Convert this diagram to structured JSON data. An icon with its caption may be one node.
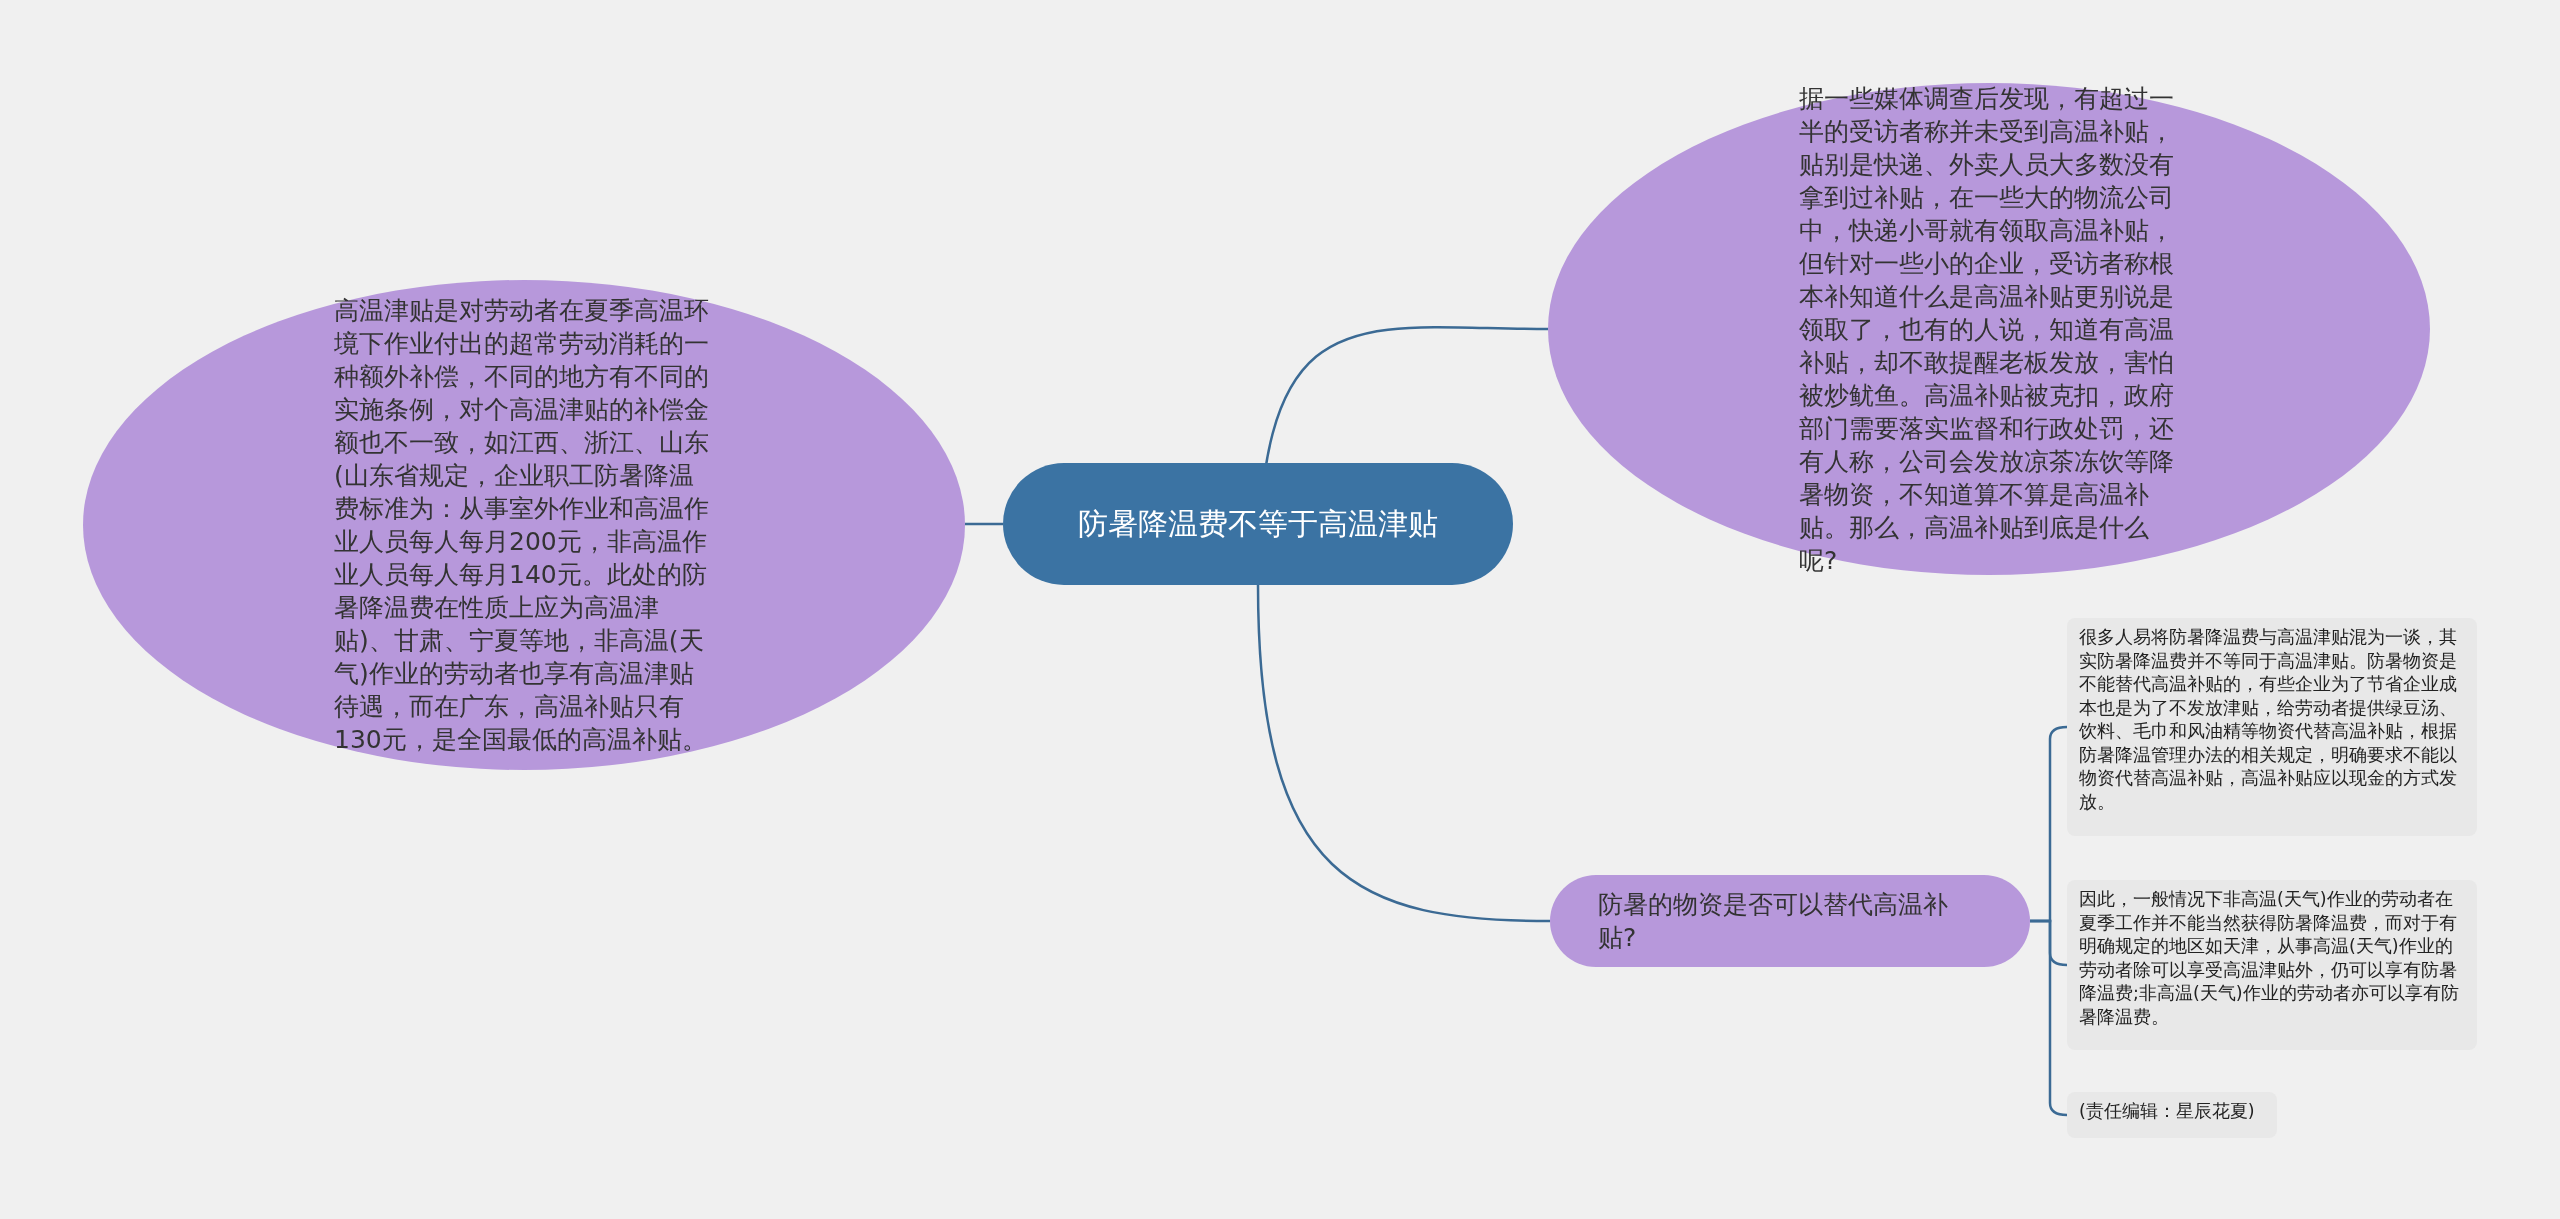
{
  "diagram": {
    "nodes": [
      {
        "text": [
          "防暑降温费不等于高温津贴"
        ]
      },
      {
        "text": [
          "高温津贴是对劳动者在夏季高温环境下作业付出的超常劳动消耗的一种额外补偿，不同的地方有不同的实施条例，对个高温津贴的补偿金额也不一致，如江西、浙江、山东(山东省规定，企业职工防暑降温费标准为：从事室外作业和高温作业人员每人每月200元，非高温作业人员每人每月140元。此处的防暑降温费在性质上应为高温津贴)、甘肃、宁夏等地，非高温(天气)作业的劳动者也享有高温津贴待遇，而在广东，高温补贴只有130元，是全国最低的高温补贴。"
        ]
      },
      {
        "text": [
          "据一些媒体调查后发现，有超过一半的受访者称并未受到高温补贴，贴别是快递、外卖人员大多数没有拿到过补贴，在一些大的物流公司中，快递小哥就有领取高温补贴，但针对一些小的企业，受访者称根本补知道什么是高温补贴更别说是领取了，也有的人说，知道有高温补贴，却不敢提醒老板发放，害怕被炒鱿鱼。高温补贴被克扣，政府部门需要落实监督和行政处罚，还有人称，公司会发放凉茶冻饮等降暑物资，不知道算不算是高温补贴。那么，高温补贴到底是什么呢?"
        ]
      },
      {
        "text": [
          "防暑的物资是否可以替代高温补贴?"
        ]
      },
      {
        "text": [
          "很多人易将防暑降温费与高温津贴混为一谈，其实防暑降温费并不等同于高温津贴。防暑物资是不能替代高温补贴的，有些企业为了节省企业成本也是为了不发放津贴，给劳动者提供绿豆汤、饮料、毛巾和风油精等物资代替高温补贴，根据防暑降温管理办法的相关规定，明确要求不能以物资代替高温补贴，高温补贴应以现金的方式发放。"
        ]
      },
      {
        "text": [
          "因此，一般情况下非高温(天气)作业的劳动者在夏季工作并不能当然获得防暑降温费，而对于有明确规定的地区如天津，从事高温(天气)作业的劳动者除可以享受高温津贴外，仍可以享有防暑降温费;非高温(天气)作业的劳动者亦可以享有防暑降温费。"
        ]
      },
      {
        "text": [
          "(责任编辑：星辰花夏)"
        ]
      }
    ],
    "edges": [
      {
        "from": 0,
        "to": 1,
        "arrow": "none"
      },
      {
        "from": 0,
        "to": 2,
        "arrow": "none"
      },
      {
        "from": 0,
        "to": 3,
        "arrow": "none"
      },
      {
        "from": 3,
        "to": 4,
        "arrow": "none"
      },
      {
        "from": 3,
        "to": 5,
        "arrow": "none"
      },
      {
        "from": 3,
        "to": 6,
        "arrow": "none"
      }
    ]
  }
}
